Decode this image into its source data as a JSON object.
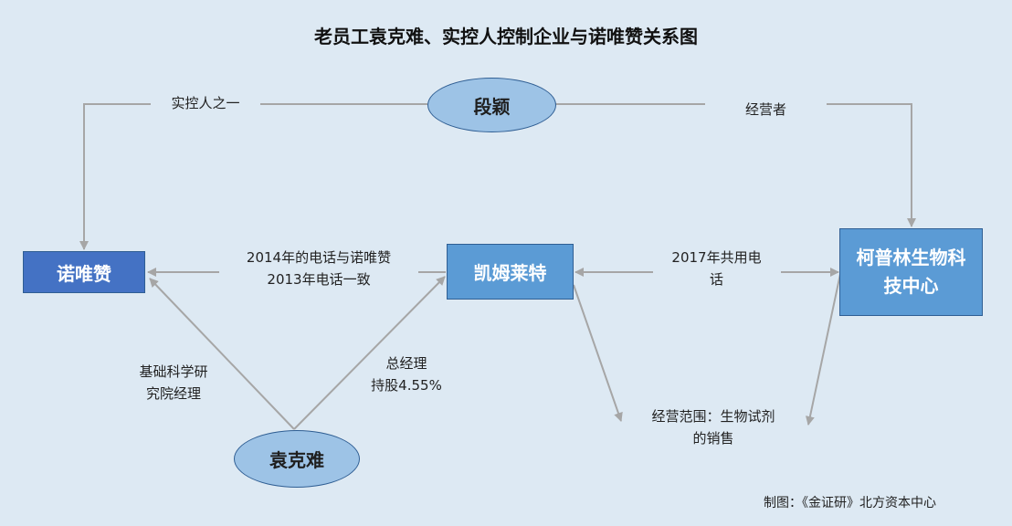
{
  "title": "老员工袁克难、实控人控制企业与诺唯赞关系图",
  "nodes": {
    "nuoweizan": "诺唯赞",
    "kaimulaite": "凯姆莱特",
    "kepulin": "柯普林生物科技中心",
    "duanying": "段颖",
    "yuankenan": "袁克难"
  },
  "edges": {
    "actual_controller": "实控人之一",
    "operator": "经营者",
    "phone_match": "2014年的电话与诺唯赞\n2013年电话一致",
    "shared_phone": "2017年共用电\n话",
    "research_manager": "基础科学研\n究院经理",
    "general_manager": "总经理\n持股4.55%",
    "business_scope": "经营范围：生物试剂\n的销售"
  },
  "credit": "制图：《金证研》北方资本中心",
  "colors": {
    "background": "#dde9f3",
    "box_dark": "#4472c4",
    "box_mid": "#5b9bd5",
    "ellipse_fill": "#9dc3e6",
    "border": "#2f5e93",
    "arrow": "#a6a6a6"
  }
}
